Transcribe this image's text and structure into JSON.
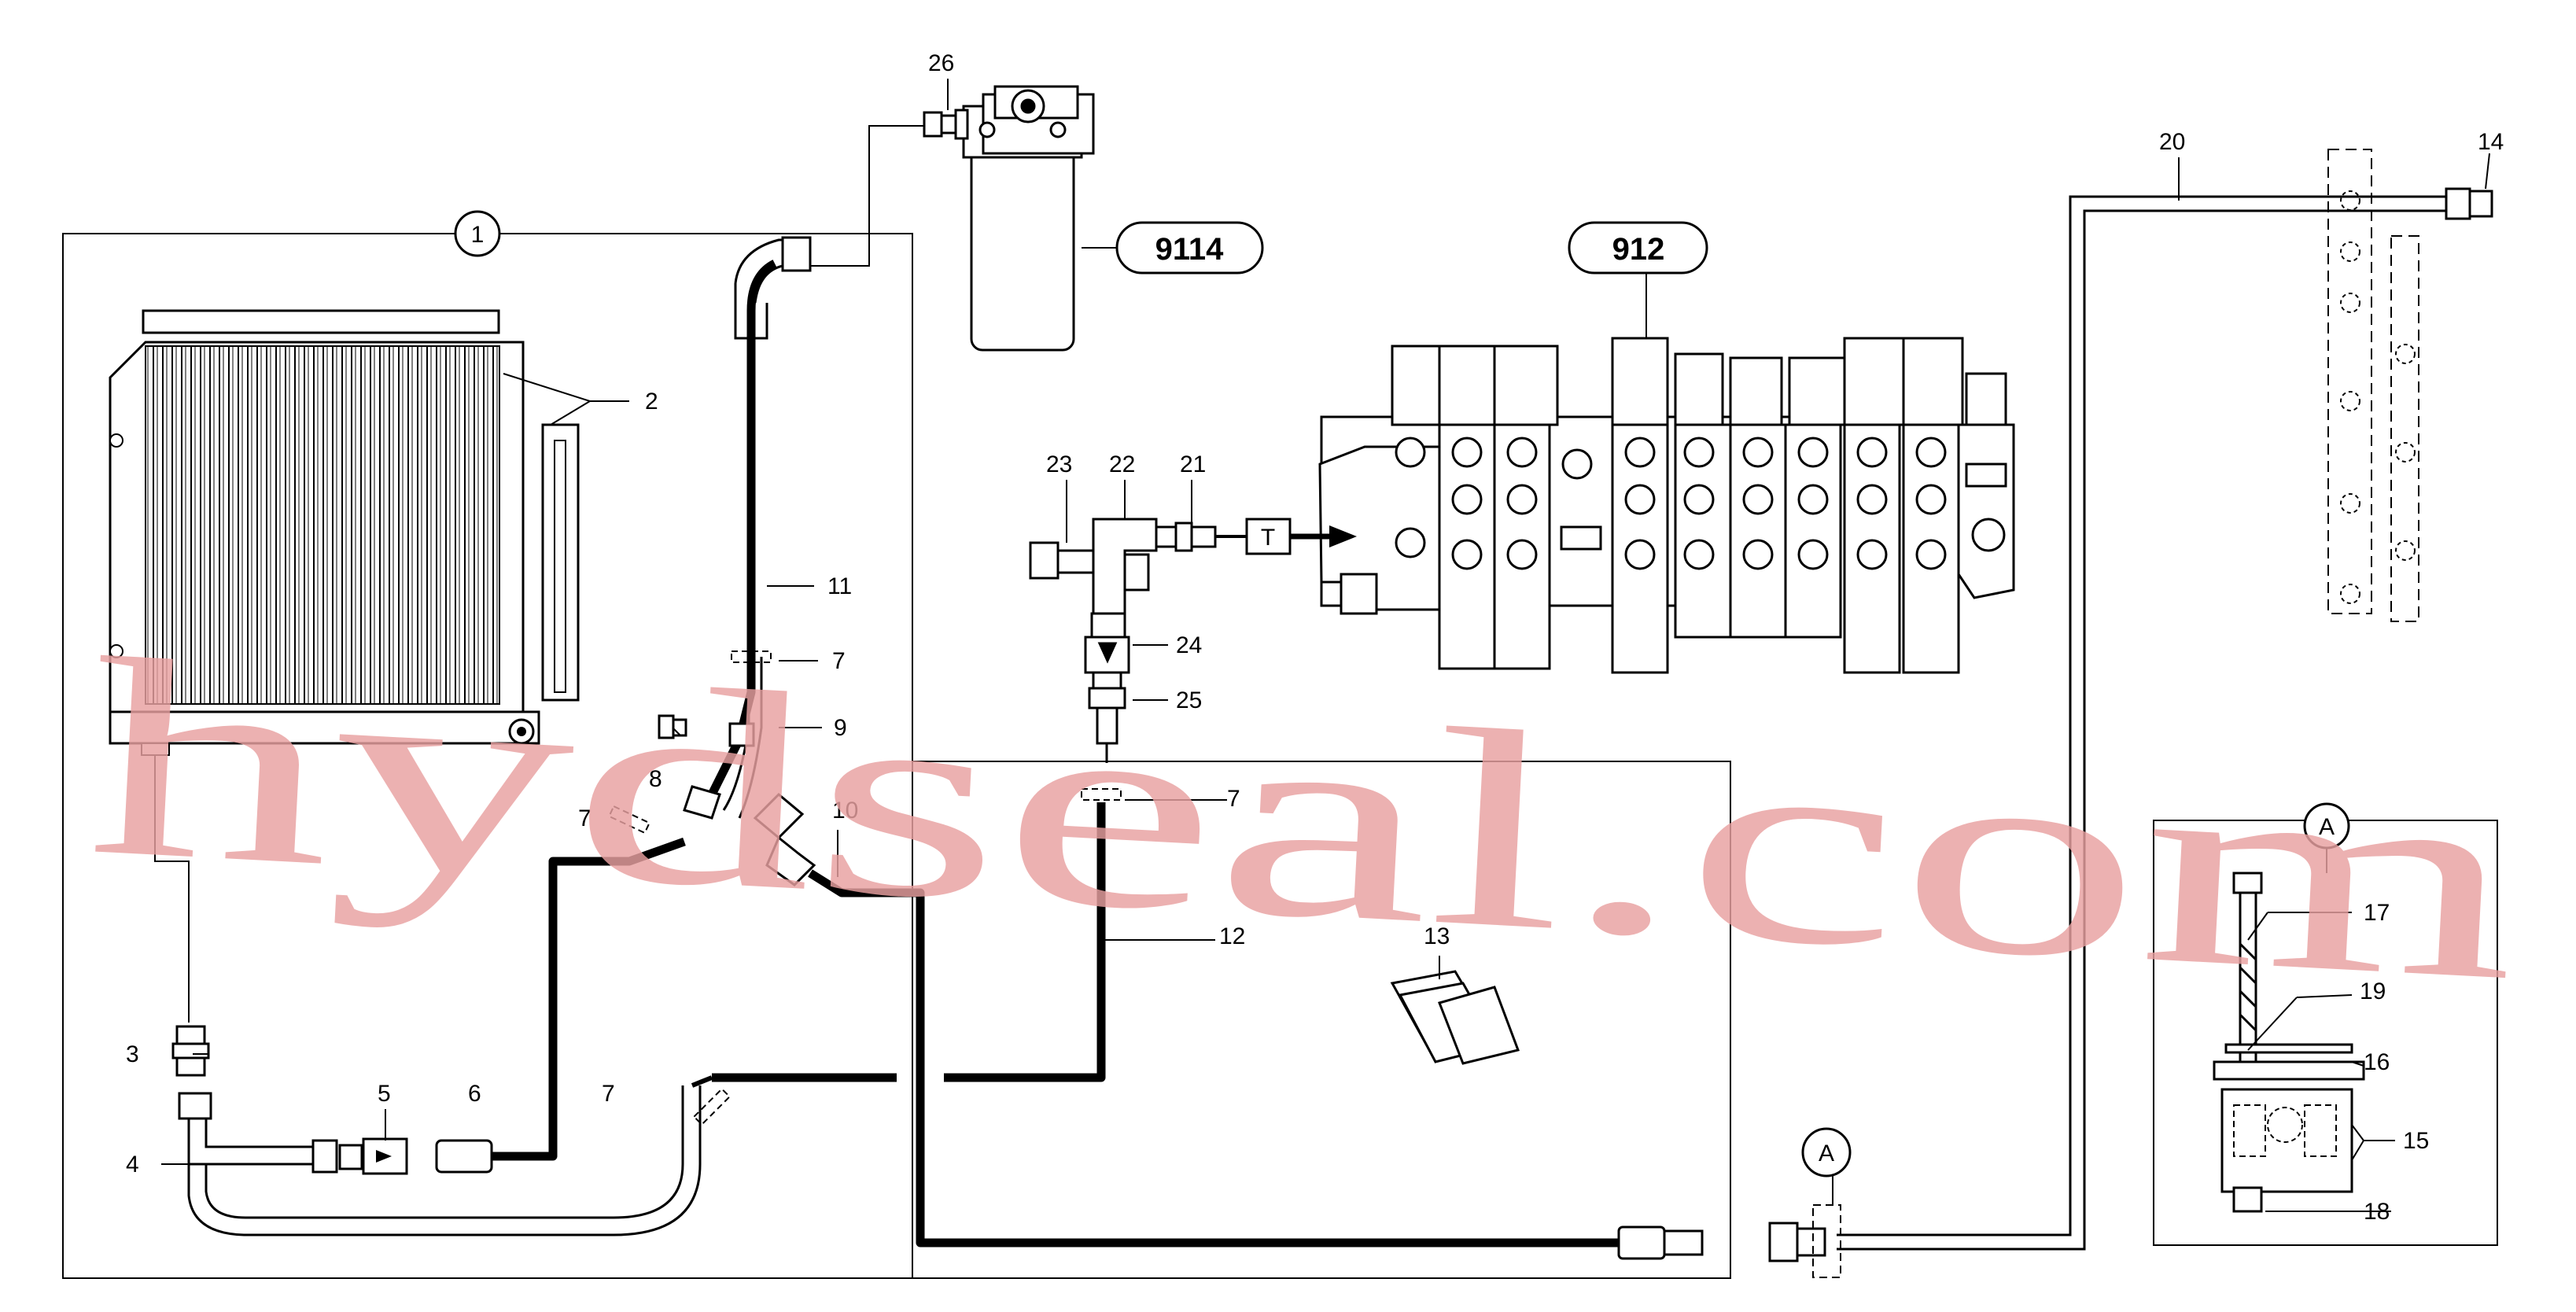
{
  "callouts": {
    "c1": "1",
    "c2": "2",
    "c3": "3",
    "c4": "4",
    "c5": "5",
    "c6": "6",
    "c7a": "7",
    "c7b": "7",
    "c7c": "7",
    "c7d": "7",
    "c8": "8",
    "c9": "9",
    "c10": "10",
    "c11": "11",
    "c12": "12",
    "c13": "13",
    "c14": "14",
    "c15": "15",
    "c16": "16",
    "c17": "17",
    "c18": "18",
    "c19": "19",
    "c20": "20",
    "c21": "21",
    "c22": "22",
    "c23": "23",
    "c24": "24",
    "c25": "25",
    "c26": "26"
  },
  "detail_markers": {
    "detail_a_title": "A",
    "detail_a_ref": "A"
  },
  "part_labels": {
    "filter": "9114",
    "valve": "912"
  },
  "valve_port": "T",
  "watermark": "hydseal.com"
}
